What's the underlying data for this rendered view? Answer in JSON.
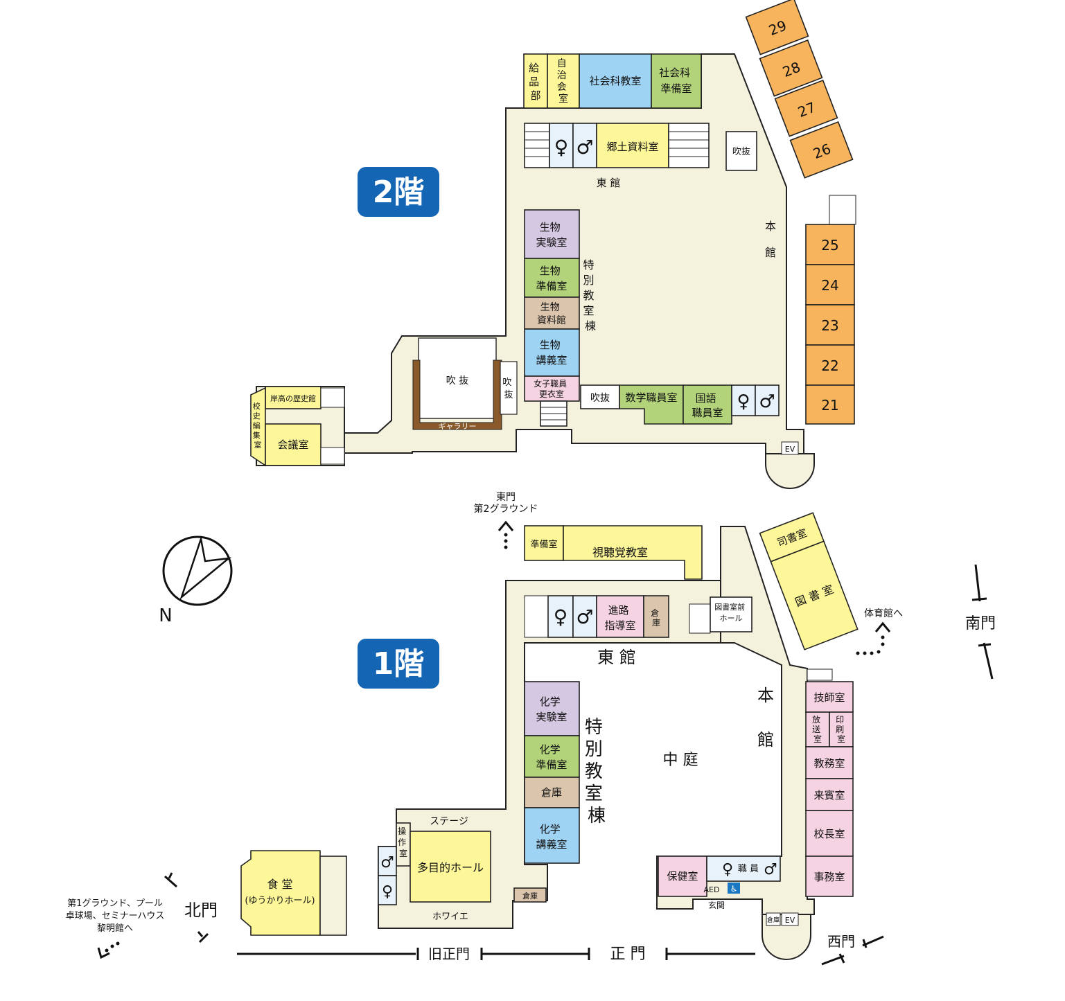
{
  "colors": {
    "corridor": "#f4f1dd",
    "classroom_orange": "#f7b45c",
    "yellow": "#fdf79a",
    "blue": "#9fd3f3",
    "green": "#b3d37a",
    "purple": "#d4c8e2",
    "tan": "#dbc5ad",
    "pink": "#f6d3e3",
    "brown": "#8b5a2b",
    "badge": "#1565b5",
    "restroom_female": "#e02020",
    "restroom_male": "#1a78c2"
  },
  "floor2": {
    "badge": "2階",
    "building_east": "東 館",
    "building_main_1": "本",
    "building_main_2": "館",
    "wing_special": [
      "特",
      "別",
      "教",
      "室",
      "棟"
    ],
    "rooms": {
      "kyuhinbu": [
        "給",
        "品",
        "部"
      ],
      "jichikai": [
        "自",
        "治",
        "会",
        "室"
      ],
      "shakai_kyoshitsu": "社会科教室",
      "shakai_junbi": [
        "社会科",
        "準備室"
      ],
      "kyodo_shiryo": "郷土資料室",
      "fukinuke_top": "吹抜",
      "seibutsu_jikken": [
        "生物",
        "実験室"
      ],
      "seibutsu_junbi": [
        "生物",
        "準備室"
      ],
      "seibutsu_shiryo": [
        "生物",
        "資料館"
      ],
      "seibutsu_kogi": [
        "生物",
        "講義室"
      ],
      "joshi_koui": [
        "女子職員",
        "更衣室"
      ],
      "fukinuke_bottom": "吹抜",
      "sugaku": "数学職員室",
      "kokugo": [
        "国語",
        "職員室"
      ],
      "fukinuke_gallery": "吹 抜",
      "fukinuke_side": [
        "吹",
        "抜"
      ],
      "gallery": "ギャラリー",
      "kishiko_rekishi": "岸高の歴史館",
      "koshi_hensan": [
        "校",
        "史",
        "編",
        "集",
        "室"
      ],
      "kaigi": "会議室",
      "ev": "EV"
    },
    "classrooms": [
      "29",
      "28",
      "27",
      "26",
      "25",
      "24",
      "23",
      "22",
      "21"
    ]
  },
  "floor1": {
    "badge": "1階",
    "building_east": "東 館",
    "building_main_1": "本",
    "building_main_2": "館",
    "wing_special": [
      "特",
      "別",
      "教",
      "室",
      "棟"
    ],
    "courtyard": "中 庭",
    "rooms": {
      "junbi": "準備室",
      "shichokaku": "視聴覚教室",
      "shinro": [
        "進路",
        "指導室"
      ],
      "soko_east": [
        "倉",
        "庫"
      ],
      "toshoshitsu_hall": [
        "図書室前",
        "ホール"
      ],
      "shisho": "司書室",
      "tosho": "図 書 室",
      "gishi": "技師室",
      "hoso": [
        "放",
        "送",
        "室"
      ],
      "insatsu": [
        "印",
        "刷",
        "室"
      ],
      "kyomu": "教務室",
      "raihin": "来賓室",
      "kocho": "校長室",
      "jimu": "事務室",
      "kagaku_jikken": [
        "化学",
        "実験室"
      ],
      "kagaku_junbi": [
        "化学",
        "準備室"
      ],
      "soko_mid": "倉庫",
      "kagaku_kogi": [
        "化学",
        "講義室"
      ],
      "stage": "ステージ",
      "sosa": [
        "操",
        "作",
        "室"
      ],
      "tamokuteki": "多目的ホール",
      "soko_small": "倉庫",
      "foyer": "ホワイエ",
      "shokudo_1": "食 堂",
      "shokudo_2": "(ゆうかりホール)",
      "hoken": "保健室",
      "shokuin": "職 員",
      "aed": "AED",
      "genkan": "玄関",
      "soko_ev": "倉庫",
      "ev": "EV"
    }
  },
  "labels": {
    "east_gate_1": "東門",
    "east_gate_2": "第2グラウンド",
    "gym": "体育館へ",
    "south_gate": "南門",
    "north_gate": "北門",
    "west_gate": "西門",
    "old_main_gate": "旧正門",
    "main_gate": "正 門",
    "ground1_1": "第1グラウンド、プール",
    "ground1_2": "卓球場、セミナーハウス",
    "ground1_3": "黎明館へ",
    "compass_n": "N"
  }
}
